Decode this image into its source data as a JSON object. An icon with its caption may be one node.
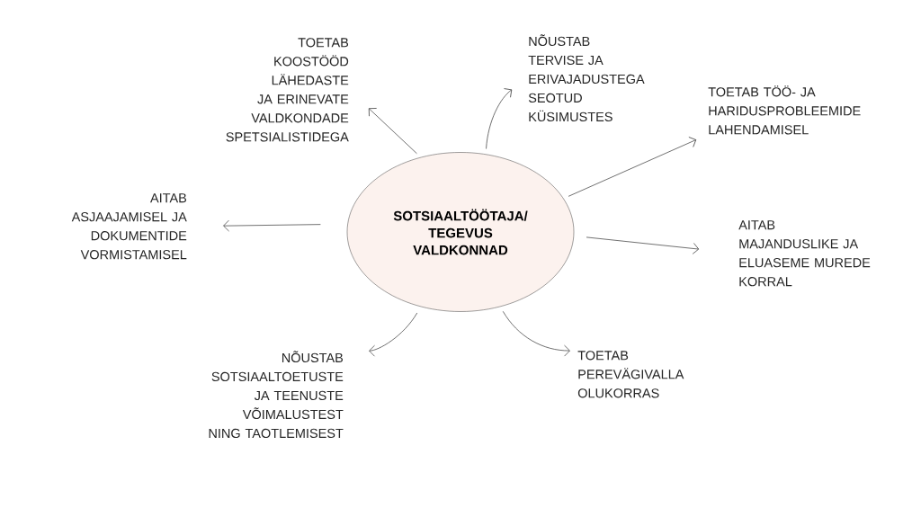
{
  "diagram": {
    "nodes": [
      {
        "text": [
          "SOTSIAALTÖÖTAJA/ TEGEVUS VALDKONNAD"
        ]
      },
      {
        "text": [
          "TOETAB KOOSTÖÖD LÄHEDASTE JA ERINEVATE VALDKONDADE SPETSIALISTIDEGA"
        ]
      },
      {
        "text": [
          "NÕUSTAB TERVISE JA ERIVAJADUSTEGA SEOTUD KÜSIMUSTES"
        ]
      },
      {
        "text": [
          "TOETAB TÖÖ- JA HARIDUSPROBLEEMIDE LAHENDAMISEL"
        ]
      },
      {
        "text": [
          "AITAB ASJAAJAMISEL JA DOKUMENTIDE VORMISTAMISEL"
        ]
      },
      {
        "text": [
          "AITAB MAJANDUSLIKE JA ELUASEME MUREDE KORRAL"
        ]
      },
      {
        "text": [
          "NÕUSTAB SOTSIAALTOETUSTE JA TEENUSTE VÕIMALUSTEST NING TAOTLEMISEST"
        ]
      },
      {
        "text": [
          "TOETAB PEREVÄGIVALLA OLUKORRAS"
        ]
      }
    ],
    "edges": [
      {
        "from": 0,
        "to": 1,
        "arrow": "to"
      },
      {
        "from": 0,
        "to": 2,
        "arrow": "to"
      },
      {
        "from": 0,
        "to": 3,
        "arrow": "to"
      },
      {
        "from": 0,
        "to": 4,
        "arrow": "to"
      },
      {
        "from": 0,
        "to": 5,
        "arrow": "to"
      },
      {
        "from": 0,
        "to": 6,
        "arrow": "to"
      },
      {
        "from": 0,
        "to": 7,
        "arrow": "to"
      }
    ]
  }
}
